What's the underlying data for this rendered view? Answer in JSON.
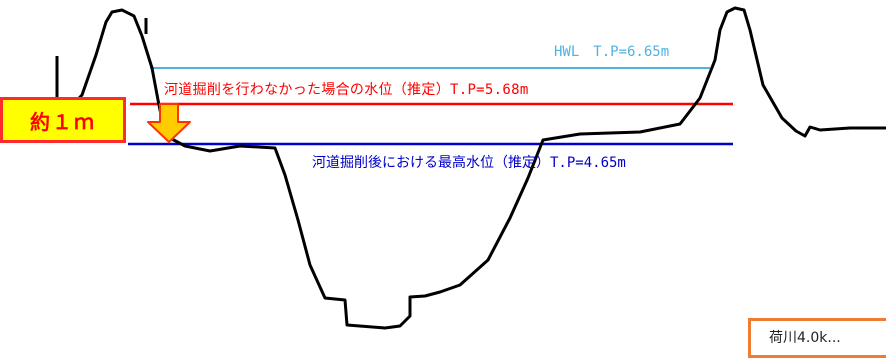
{
  "colors": {
    "hwl": "#4fb3e0",
    "without_excavation": "#ff0000",
    "after_excavation": "#0000cc",
    "badge_fill": "#ffff00",
    "badge_text": "#ff0000",
    "arrow_fill": "#ffcc00",
    "arrow_stroke": "#ff3300",
    "station_border": "#ed7d31"
  },
  "labels": {
    "hwl": "HWL　T.P=6.65m",
    "without_excavation": "河道掘削を行わなかった場合の水位（推定）T.P=5.68m",
    "after_excavation": "河道掘削後における最高水位（推定）T.P=4.65m"
  },
  "badge": {
    "text": "約１ｍ"
  },
  "station": {
    "text": "荷川4.0k..."
  }
}
